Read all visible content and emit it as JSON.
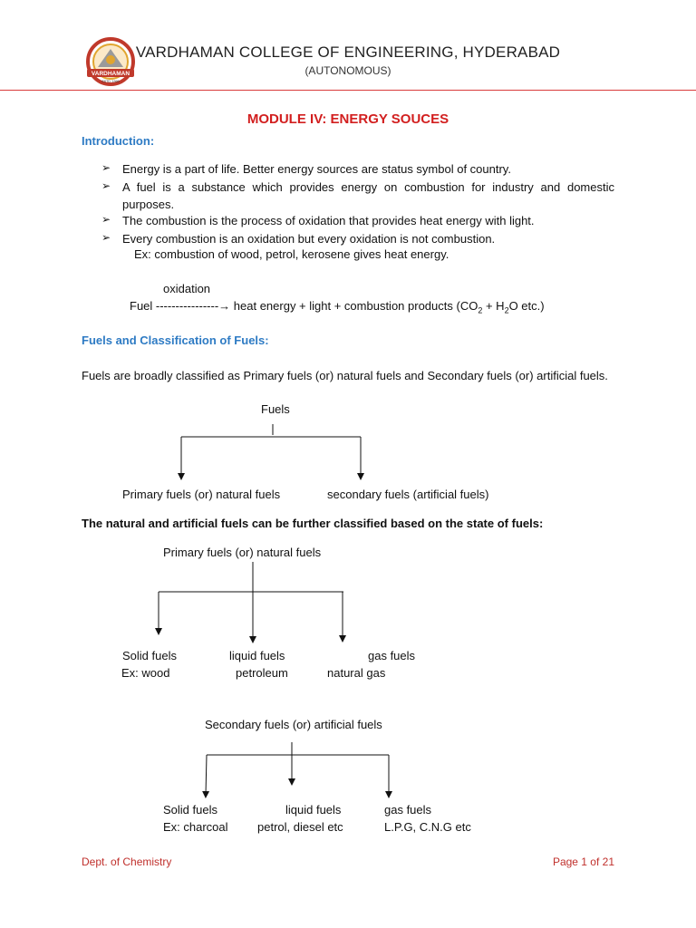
{
  "header": {
    "college": "VARDHAMAN COLLEGE OF ENGINEERING, HYDERABAD",
    "status": "(AUTONOMOUS)",
    "logo_text": "VARDHAMAN",
    "logo_estd": "ESTD. 1999",
    "accent_color": "#d21f1f"
  },
  "module_title": "MODULE IV: ENERGY SOUCES",
  "introduction": {
    "heading": "Introduction:",
    "bullets": [
      "Energy is a part of life. Better energy sources are status symbol of country.",
      "A fuel is a substance which provides energy on combustion for industry and domestic purposes.",
      "The combustion is the process of oxidation that provides heat energy with light.",
      "Every combustion is an oxidation but every oxidation is not combustion."
    ],
    "example": "Ex: combustion of wood, petrol, kerosene gives heat energy.",
    "reaction": {
      "label": "oxidation",
      "left": "Fuel ----------------",
      "arrow": "→",
      "right_prefix": " heat energy + light + combustion products (CO",
      "sub1": "2",
      "mid": " + H",
      "sub2": "2",
      "right_suffix": "O etc.)"
    }
  },
  "classification": {
    "heading": "Fuels and Classification of Fuels:",
    "intro": "Fuels are broadly classified as Primary fuels (or) natural fuels and Secondary fuels (or) artificial fuels.",
    "tree1": {
      "root": "Fuels",
      "left": "Primary fuels (or) natural fuels",
      "right": "secondary fuels (artificial fuels)"
    },
    "state_heading": "The natural and artificial fuels can be further classified based on the state of fuels:",
    "primary_tree": {
      "root": "Primary fuels (or) natural fuels",
      "children": [
        {
          "name": "Solid fuels",
          "example": "Ex:  wood"
        },
        {
          "name": "liquid fuels",
          "example": "petroleum"
        },
        {
          "name": "gas fuels",
          "example": "natural gas"
        }
      ]
    },
    "secondary_tree": {
      "root": "Secondary fuels (or) artificial fuels",
      "children": [
        {
          "name": "Solid fuels",
          "example": "Ex: charcoal"
        },
        {
          "name": "liquid fuels",
          "example": "petrol, diesel etc"
        },
        {
          "name": "gas fuels",
          "example": "L.P.G, C.N.G etc"
        }
      ]
    }
  },
  "footer": {
    "left": "Dept. of Chemistry",
    "right": "Page 1 of 21"
  }
}
